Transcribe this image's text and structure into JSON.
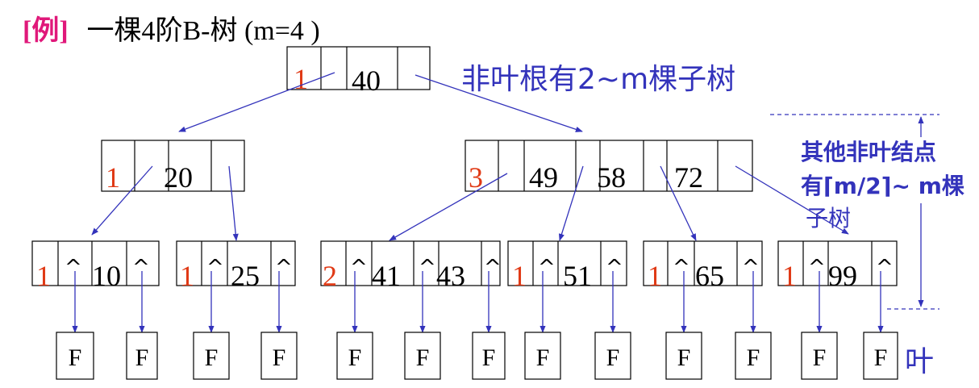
{
  "title": {
    "prefix": "[例]",
    "text": "一棵4阶B-树 (m=4 )",
    "prefix_color": "#e0187a"
  },
  "annotations": {
    "root_note": "非叶根有2~m棵子树",
    "other_note_line1": "其他非叶结点",
    "other_note_line2": "有⌈m/2⌉~ m棵",
    "other_note_line3": "子树",
    "leaf_label": "叶",
    "color": "#3333bb"
  },
  "colors": {
    "count": "#e03a16",
    "edge": "#3333bb",
    "text": "#000000"
  },
  "tree": {
    "root": {
      "count": "1",
      "keys": [
        "40"
      ]
    },
    "level2": [
      {
        "count": "1",
        "keys": [
          "20"
        ]
      },
      {
        "count": "3",
        "keys": [
          "49",
          "58",
          "72"
        ]
      }
    ],
    "level3": [
      {
        "count": "1",
        "keys": [
          "10"
        ]
      },
      {
        "count": "1",
        "keys": [
          "25"
        ]
      },
      {
        "count": "2",
        "keys": [
          "41",
          "43"
        ]
      },
      {
        "count": "1",
        "keys": [
          "51"
        ]
      },
      {
        "count": "1",
        "keys": [
          "65"
        ]
      },
      {
        "count": "1",
        "keys": [
          "99"
        ]
      }
    ],
    "null_pointer_symbol": "^",
    "leaf_symbol": "F",
    "leaf_count": 13
  }
}
